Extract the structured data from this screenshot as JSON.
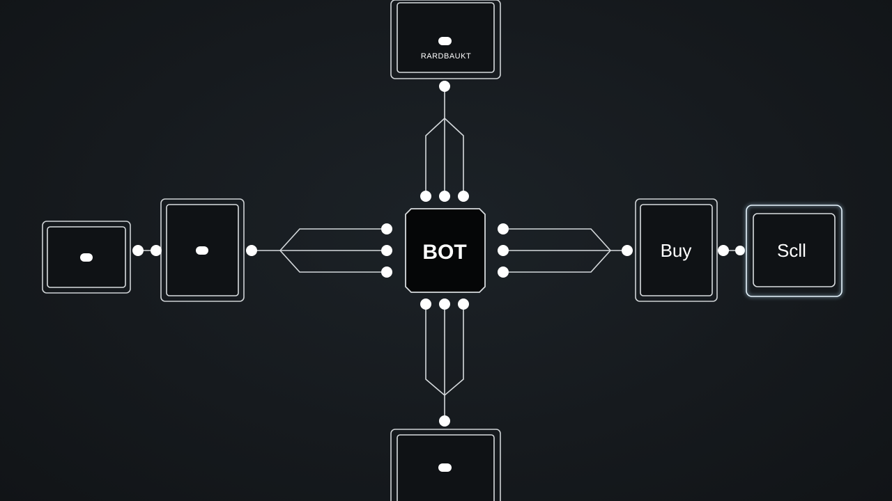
{
  "bot": {
    "label": "BOT"
  },
  "nodes": {
    "top": {
      "label": "RARDBAUKT"
    },
    "buy": {
      "label": "Buy"
    },
    "sell": {
      "label": "Scll"
    }
  },
  "colors": {
    "background": "#15191d",
    "stroke": "#d5d9dc",
    "accent": "#ffffff"
  }
}
